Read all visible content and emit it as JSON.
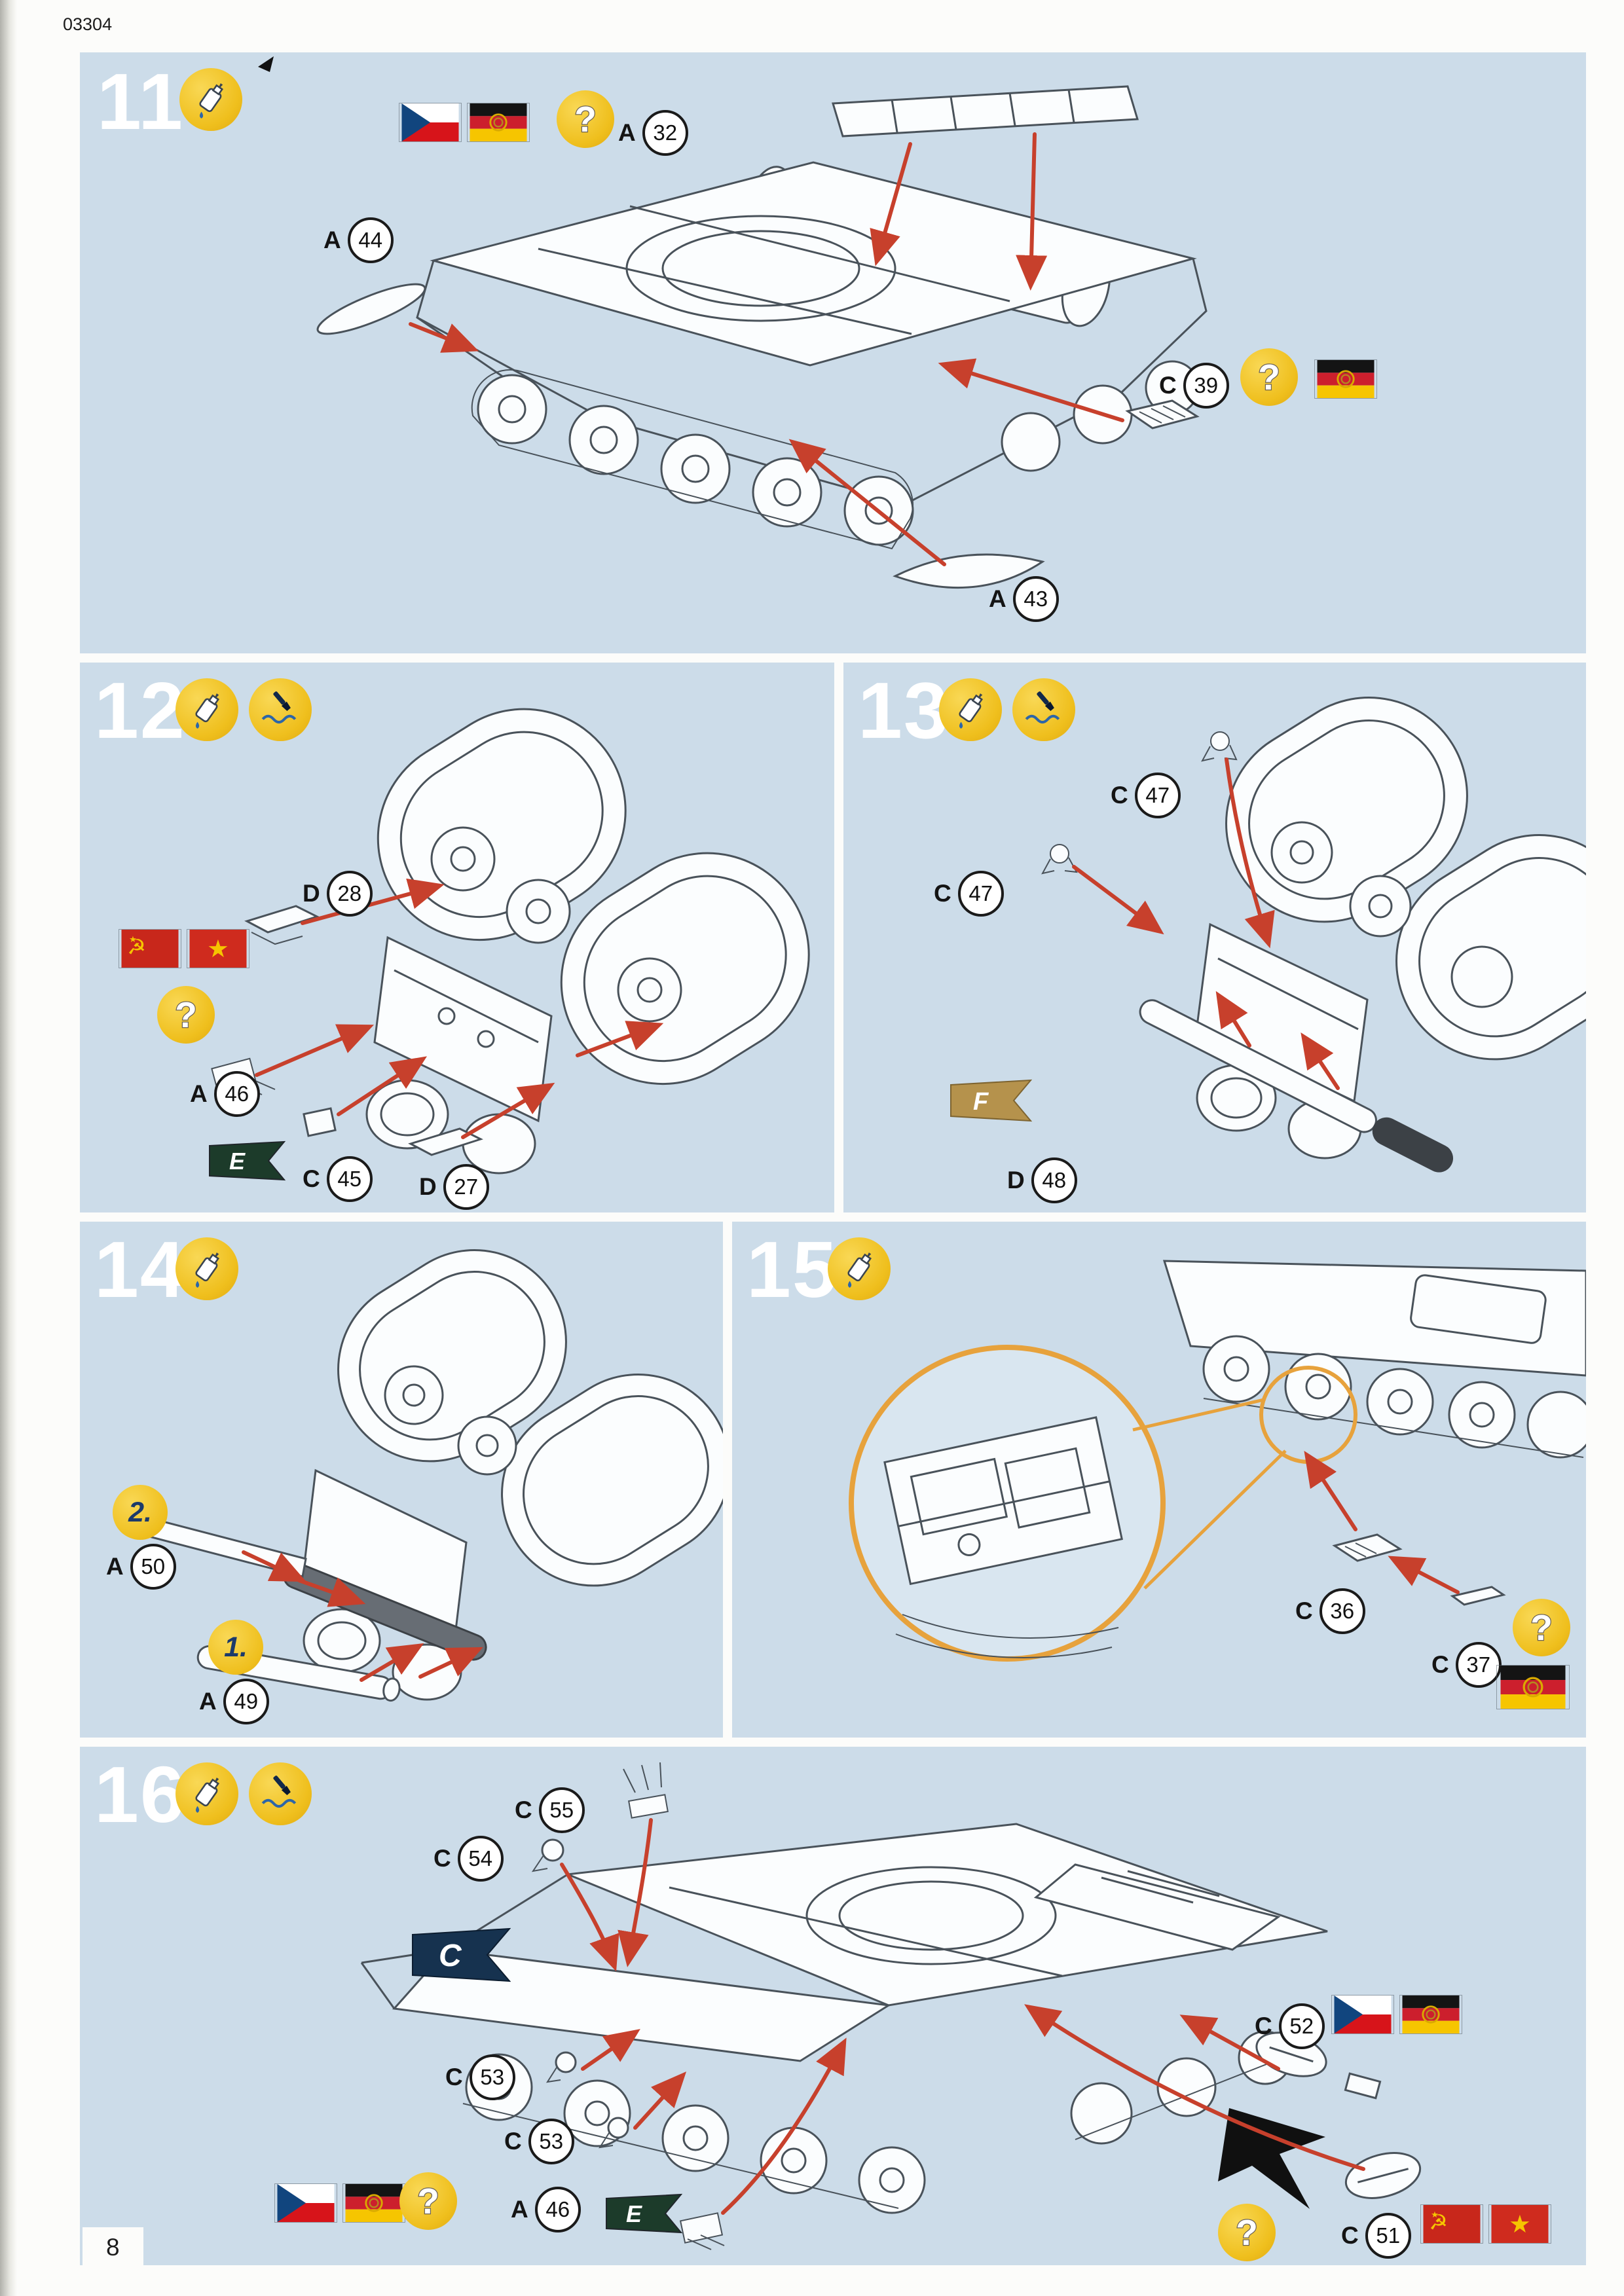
{
  "page": {
    "code": "03304",
    "number": "8"
  },
  "colors": {
    "panel_blue": "#ccdce9",
    "tool_yellow": "#efbf1d",
    "arrow_red": "#c7402c",
    "magnifier_orange": "#e7a23c",
    "pennant_c": "#16324f",
    "pennant_e": "#1c3b2a",
    "pennant_f": "#b5924c",
    "flag_red": "#cc1f2d",
    "flag_gold": "#f6c500"
  },
  "icon_legend": {
    "glue": "glue-bottle-icon",
    "decal": "decal-brush-icon",
    "question": "question-mark-icon"
  },
  "steps": [
    {
      "number": "11",
      "tools": [
        "glue-bottle-icon"
      ],
      "flags": [
        "czech",
        "east-germany"
      ],
      "questions": [
        "?",
        "?"
      ],
      "c39_flags": [
        "east-germany"
      ],
      "callouts": [
        {
          "letter": "A",
          "number": "32"
        },
        {
          "letter": "A",
          "number": "44"
        },
        {
          "letter": "C",
          "number": "39"
        },
        {
          "letter": "A",
          "number": "43"
        }
      ]
    },
    {
      "number": "12",
      "tools": [
        "glue-bottle-icon",
        "decal-brush-icon"
      ],
      "flags": [
        "soviet-union",
        "vietnam"
      ],
      "question": "?",
      "pennant": "E",
      "callouts": [
        {
          "letter": "D",
          "number": "28"
        },
        {
          "letter": "A",
          "number": "46"
        },
        {
          "letter": "C",
          "number": "45"
        },
        {
          "letter": "D",
          "number": "27"
        }
      ]
    },
    {
      "number": "13",
      "tools": [
        "glue-bottle-icon",
        "decal-brush-icon"
      ],
      "pennant": "F",
      "callouts": [
        {
          "letter": "C",
          "number": "47"
        },
        {
          "letter": "C",
          "number": "47"
        },
        {
          "letter": "D",
          "number": "48"
        }
      ]
    },
    {
      "number": "14",
      "tools": [
        "glue-bottle-icon"
      ],
      "order_markers": [
        "2.",
        "1."
      ],
      "callouts": [
        {
          "letter": "A",
          "number": "50"
        },
        {
          "letter": "A",
          "number": "49"
        }
      ]
    },
    {
      "number": "15",
      "tools": [
        "glue-bottle-icon"
      ],
      "question": "?",
      "flags": [
        "east-germany"
      ],
      "callouts": [
        {
          "letter": "C",
          "number": "36"
        },
        {
          "letter": "C",
          "number": "37"
        }
      ]
    },
    {
      "number": "16",
      "tools": [
        "glue-bottle-icon",
        "decal-brush-icon"
      ],
      "pennants": [
        "C",
        "E"
      ],
      "questions": [
        "?",
        "?"
      ],
      "flags_right": [
        "czech",
        "east-germany"
      ],
      "flags_bottom_left": [
        "czech",
        "east-germany"
      ],
      "flags_bottom_right": [
        "soviet-union",
        "vietnam"
      ],
      "callouts": [
        {
          "letter": "C",
          "number": "55"
        },
        {
          "letter": "C",
          "number": "54"
        },
        {
          "letter": "C",
          "number": "53"
        },
        {
          "letter": "C",
          "number": "53"
        },
        {
          "letter": "A",
          "number": "46"
        },
        {
          "letter": "C",
          "number": "52"
        },
        {
          "letter": "C",
          "number": "51"
        }
      ]
    }
  ]
}
